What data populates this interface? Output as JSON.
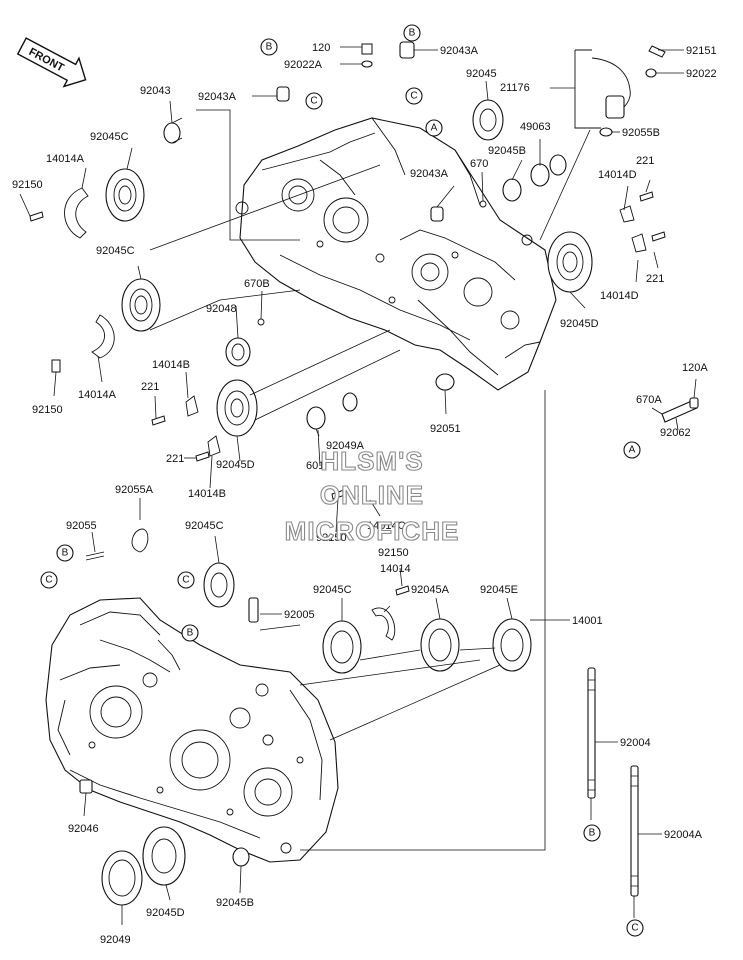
{
  "front_label": "FRONT",
  "watermark": [
    "HLSM'S",
    "ONLINE",
    "MICROFICHE"
  ],
  "part_numbers": [
    "120",
    "92043A",
    "92151",
    "92022A",
    "92022",
    "92043",
    "92043A",
    "92045",
    "21176",
    "92045C",
    "14014A",
    "92150",
    "92043A",
    "670",
    "92045B",
    "49063",
    "92055B",
    "221",
    "14014D",
    "92045C",
    "670B",
    "221",
    "14014D",
    "92048",
    "92045D",
    "14014B",
    "14014A",
    "92150",
    "221",
    "92045D",
    "92051",
    "92049A",
    "670A",
    "120A",
    "221",
    "14014B",
    "601",
    "92062",
    "92055A",
    "14014C",
    "92150",
    "92055",
    "92045C",
    "92150",
    "14014",
    "92045C",
    "92045A",
    "92045E",
    "92005",
    "14001",
    "92004",
    "92046",
    "92004A",
    "92045D",
    "92045B",
    "92049"
  ],
  "callouts": [
    "B",
    "B",
    "C",
    "C",
    "A",
    "A",
    "B",
    "C",
    "C",
    "B",
    "B",
    "C"
  ]
}
